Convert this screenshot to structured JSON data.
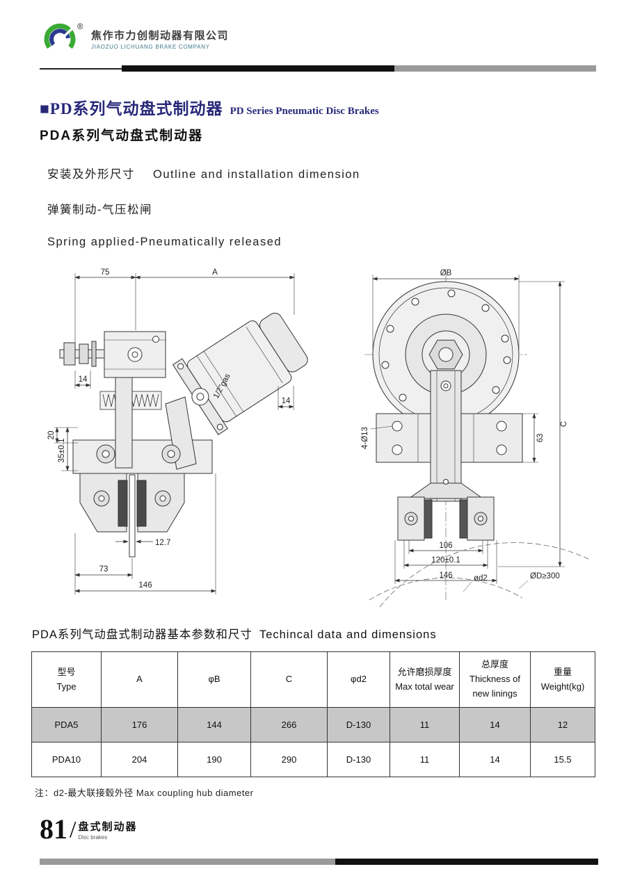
{
  "brand_colors": {
    "logo_green": "#3aaa35",
    "logo_blue": "#2b3990",
    "title_navy": "#28287a",
    "shaded_row": "#c7c7c7"
  },
  "header": {
    "company_cn": "焦作市力创制动器有限公司",
    "company_en": "JIAOZUO LICHUANG BRAKE COMPANY",
    "registered_mark": "®"
  },
  "title": {
    "main_cn": "■PD系列气动盘式制动器",
    "main_en": "PD Series Pneumatic Disc Brakes",
    "sub": "PDA系列气动盘式制动器"
  },
  "description": {
    "line1_cn": "安装及外形尺寸",
    "line1_en": "Outline and installation dimension",
    "line2_cn": "弹簧制动-气压松闸",
    "line3_en": "Spring applied-Pneumatically released"
  },
  "drawing": {
    "left": {
      "dim_top_left": "75",
      "dim_top_right": "A",
      "dim_side_left": "14",
      "dim_side_right": "14",
      "port_label": "1/2\"gas",
      "dim_v1": "20",
      "dim_v2": "35±0.1",
      "dim_disc": "12.7",
      "dim_bottom1": "73",
      "dim_bottom2": "146"
    },
    "right": {
      "dim_top": "ØB",
      "dim_holes": "4-Ø13",
      "dim_bracket": "63",
      "dim_height": "C",
      "dim_b1": "106",
      "dim_b2": "120±0.1",
      "dim_b3": "146",
      "dim_hub": "ød2",
      "dim_disc": "ØD≥300"
    }
  },
  "table": {
    "title_cn": "PDA系列气动盘式制动器基本参数和尺寸",
    "title_en": "Techincal data and dimensions",
    "columns": {
      "type": {
        "l1": "型号",
        "l2": "Type"
      },
      "a": "A",
      "b": "φB",
      "c": "C",
      "d2": "φd2",
      "wear": {
        "l1": "允许磨损厚度",
        "l2": "Max total wear"
      },
      "thickness": {
        "l1": "总厚度",
        "l2": "Thickness of",
        "l3": "new linings"
      },
      "weight": {
        "l1": "重量",
        "l2": "Weight(kg)"
      }
    },
    "rows": [
      {
        "type": "PDA5",
        "a": "176",
        "b": "144",
        "c": "266",
        "d2": "D-130",
        "wear": "11",
        "thickness": "14",
        "weight": "12"
      },
      {
        "type": "PDA10",
        "a": "204",
        "b": "190",
        "c": "290",
        "d2": "D-130",
        "wear": "11",
        "thickness": "14",
        "weight": "15.5"
      }
    ]
  },
  "note": "注：d2-最大联接毂外径  Max coupling hub diameter",
  "footer": {
    "page_number": "81",
    "label_cn": "盘式制动器",
    "label_en": "Disc brakes"
  }
}
